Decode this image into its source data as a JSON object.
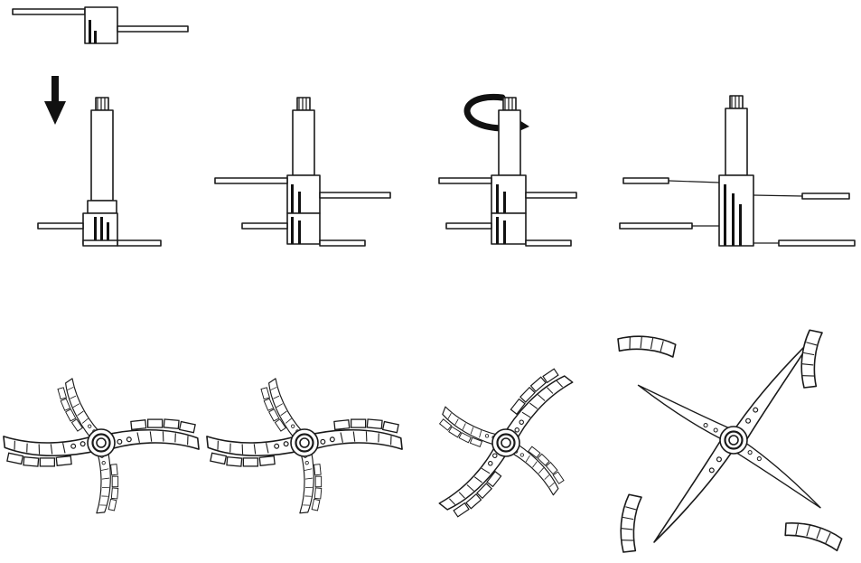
{
  "diagram": {
    "background": "#ffffff",
    "line_color": "#1a1a1a",
    "assembly_steps": [
      {
        "id": 1,
        "arrow": "down-arrow-icon"
      },
      {
        "id": 2,
        "arrow": ""
      },
      {
        "id": 3,
        "arrow": "rotate-clockwise-icon"
      },
      {
        "id": 4,
        "arrow": ""
      }
    ],
    "blade_views": [
      {
        "id": 1,
        "style": "hatched-blades"
      },
      {
        "id": 2,
        "style": "hatched-blades"
      },
      {
        "id": 3,
        "style": "hatched-blades-rotated"
      },
      {
        "id": 4,
        "style": "exploded-guards"
      }
    ]
  }
}
